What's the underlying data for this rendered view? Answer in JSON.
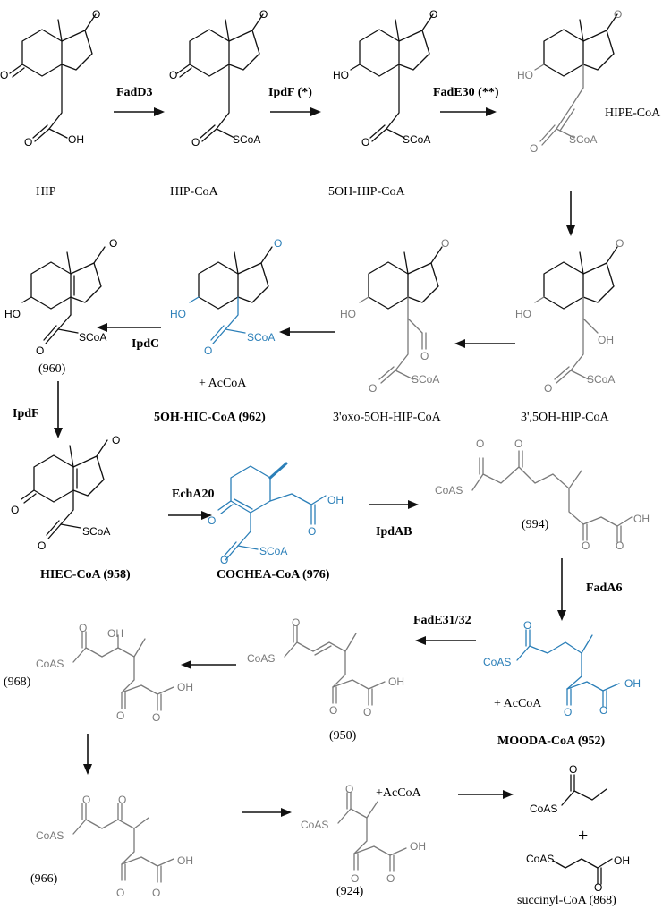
{
  "atoms": {
    "O": "O",
    "OH": "OH",
    "HO": "HO",
    "SCoA": "SCoA",
    "CoAS": "CoAS"
  },
  "compounds": {
    "hip": "HIP",
    "hip_coa": "HIP-CoA",
    "5oh_hip_coa": "5OH-HIP-CoA",
    "hipe_coa": "HIPE-CoA",
    "3oh_5oh_hip_coa": "3',5OH-HIP-CoA",
    "3oxo_5oh_hip_coa": "3'oxo-5OH-HIP-CoA",
    "5oh_hic_coa": "5OH-HIC-CoA (962)",
    "c960": "(960)",
    "hiec_coa": "HIEC-CoA (958)",
    "cochea_coa": "COCHEA-CoA (976)",
    "c994": "(994)",
    "mooda_coa": "MOODA-CoA (952)",
    "c950": "(950)",
    "c968": "(968)",
    "c966": "(966)",
    "c924": "(924)",
    "succinyl_coa": "succinyl-CoA (868)"
  },
  "enzymes": {
    "fadd3": "FadD3",
    "ipdf_star": "IpdF (*)",
    "fade30": "FadE30 (**)",
    "ipdc": "IpdC",
    "ipdf": "IpdF",
    "echa20": "EchA20",
    "ipdab": "IpdAB",
    "fada6": "FadA6",
    "fade31_32": "FadE31/32"
  },
  "byproducts": {
    "acoa_962": "+ AcCoA",
    "acoa_952": "+ AcCoA",
    "acoa_924": "+AcCoA",
    "plus": "+"
  },
  "colors": {
    "black": "#111111",
    "gray": "#7a7a7a",
    "blue": "#2b7fb8"
  }
}
